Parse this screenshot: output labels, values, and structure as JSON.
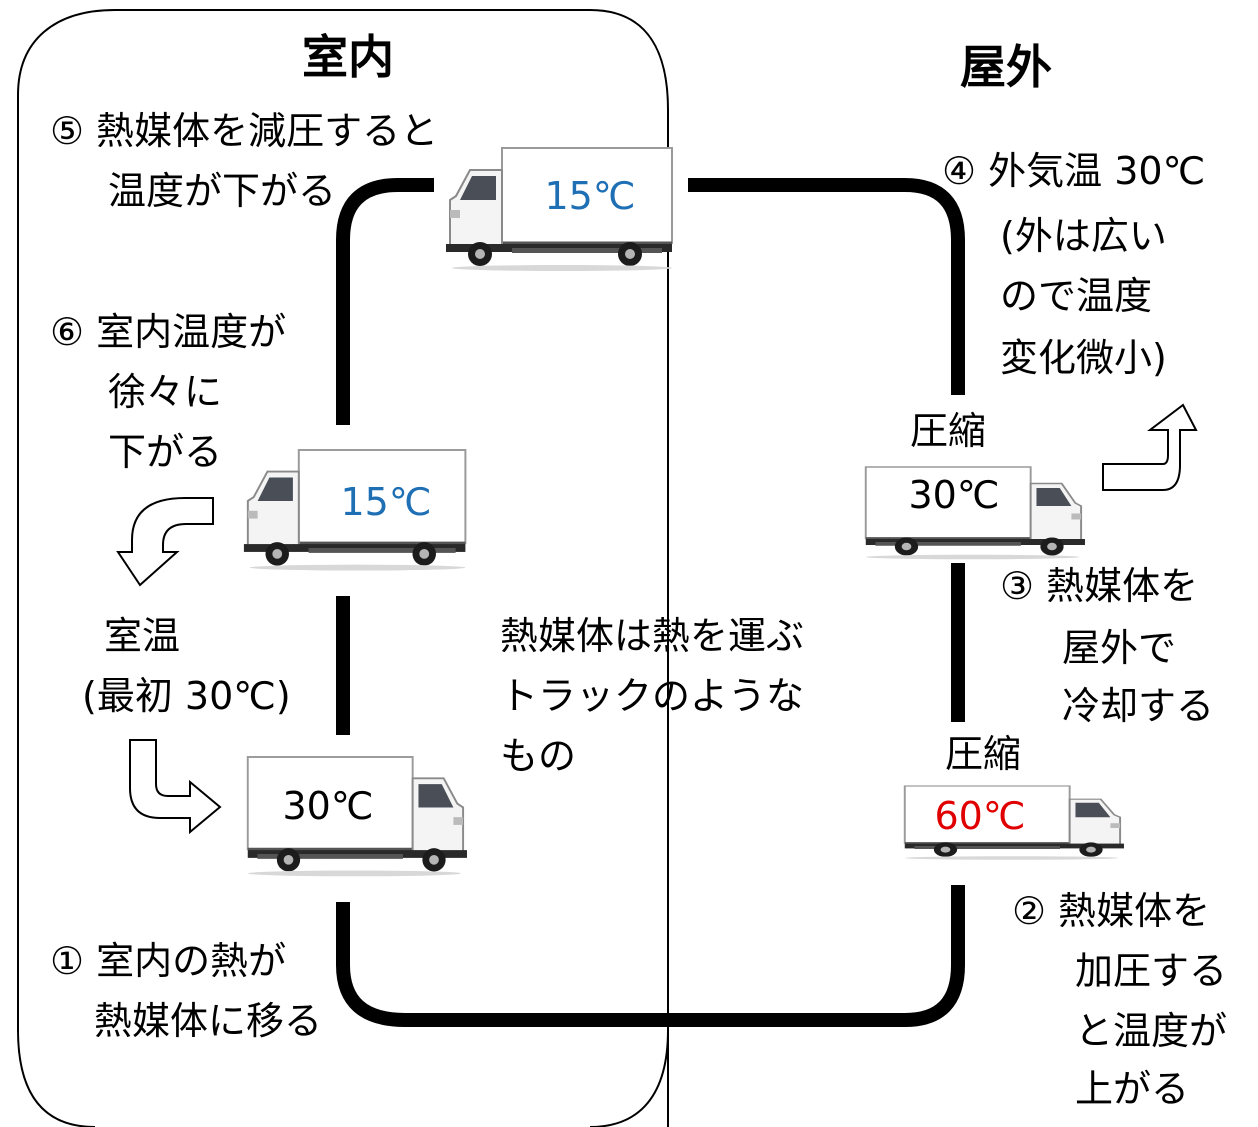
{
  "indoor": {
    "title": "室内",
    "step5": [
      "⑤ 熱媒体を減圧すると",
      "温度が下がる"
    ],
    "step6": [
      "⑥ 室内温度が",
      "徐々に",
      "下がる"
    ],
    "room_temp": [
      "室温",
      "(最初 30℃)"
    ],
    "step1": [
      "① 室内の熱が",
      "熱媒体に移る"
    ],
    "note": [
      "熱媒体は熱を運ぶ",
      "トラックのような",
      "もの"
    ]
  },
  "outdoor": {
    "title": "屋外",
    "step4": [
      "④ 外気温 30℃",
      "(外は広い",
      "ので温度",
      "変化微小)"
    ],
    "step3": [
      "③ 熱媒体を",
      "屋外で",
      "冷却する"
    ],
    "step2": [
      "② 熱媒体を",
      "加圧する",
      "と温度が",
      "上がる"
    ],
    "compress_label_1": "圧縮",
    "compress_label_2": "圧縮"
  },
  "trucks": {
    "top": "15℃",
    "mid_left": "15℃",
    "bottom_left": "30℃",
    "mid_right": "30℃",
    "bottom_right": "60℃"
  },
  "colors": {
    "cold": "#1f6fb5",
    "hot": "#e00000",
    "normal": "#000000"
  }
}
